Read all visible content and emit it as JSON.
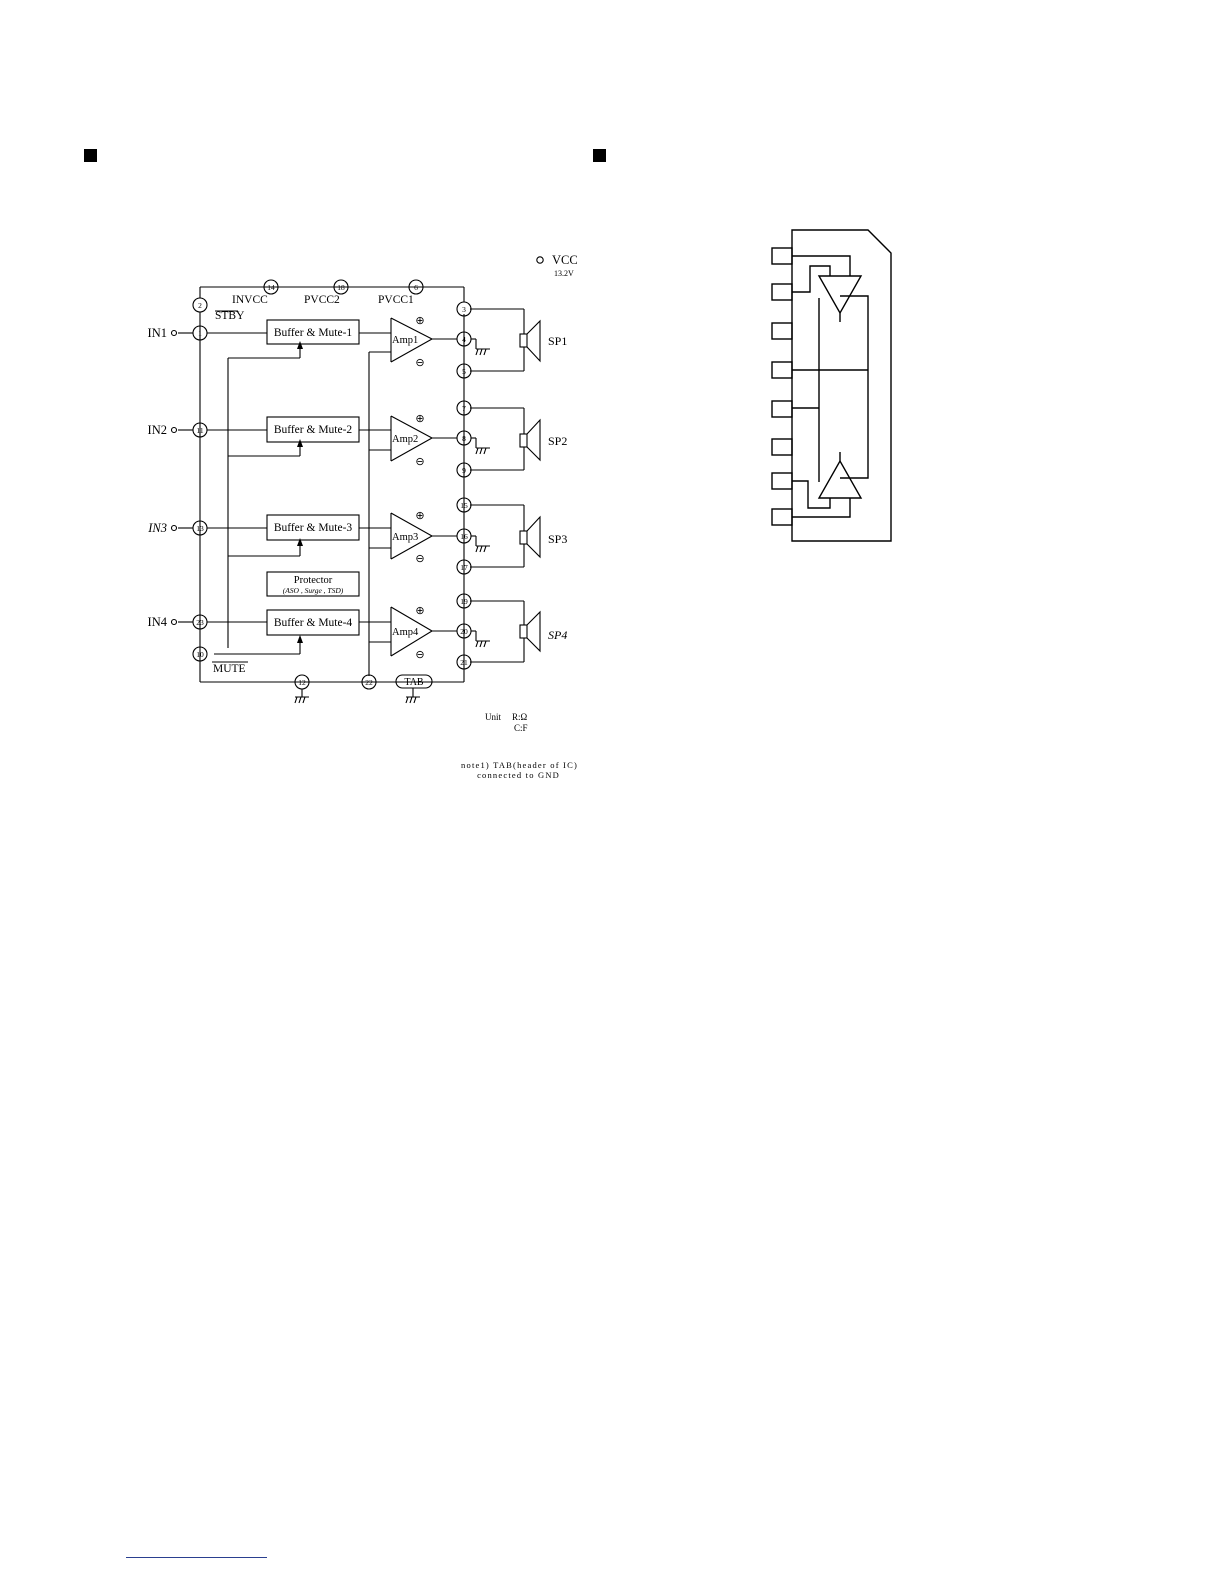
{
  "block_diagram": {
    "vcc": {
      "label": "VCC",
      "value": "13.2V"
    },
    "supply_labels": {
      "stby": "STBY",
      "invcc": "INVCC",
      "pvcc2": "PVCC2",
      "pvcc1": "PVCC1",
      "mute": "MUTE",
      "tab": "TAB"
    },
    "pins": {
      "p1": "1",
      "p2": "2",
      "p3": "3",
      "p4": "4",
      "p5": "5",
      "p6": "6",
      "p7": "7",
      "p8": "8",
      "p9": "9",
      "p10": "10",
      "p11": "11",
      "p12": "12",
      "p13": "13",
      "p14": "14",
      "p15": "15",
      "p16": "16",
      "p17": "17",
      "p18": "18",
      "p19": "19",
      "p20": "20",
      "p21": "21",
      "p22": "22",
      "p23": "23"
    },
    "inputs": [
      "IN1",
      "IN2",
      "IN3",
      "IN4"
    ],
    "buffers": [
      "Buffer & Mute-1",
      "Buffer & Mute-2",
      "Buffer & Mute-3",
      "Buffer & Mute-4"
    ],
    "amps": [
      "Amp1",
      "Amp2",
      "Amp3",
      "Amp4"
    ],
    "speakers": [
      "SP1",
      "SP2",
      "SP3",
      "SP4"
    ],
    "protector": {
      "title": "Protector",
      "detail": "(ASO , Surge , TSD)"
    },
    "plus_sign": "⊕",
    "minus_sign": "⊖",
    "unit": {
      "label": "Unit",
      "r": "R:Ω",
      "c": "C:F"
    },
    "note": {
      "line1": "note1) TAB(header of IC)",
      "line2": "connected to GND"
    }
  }
}
